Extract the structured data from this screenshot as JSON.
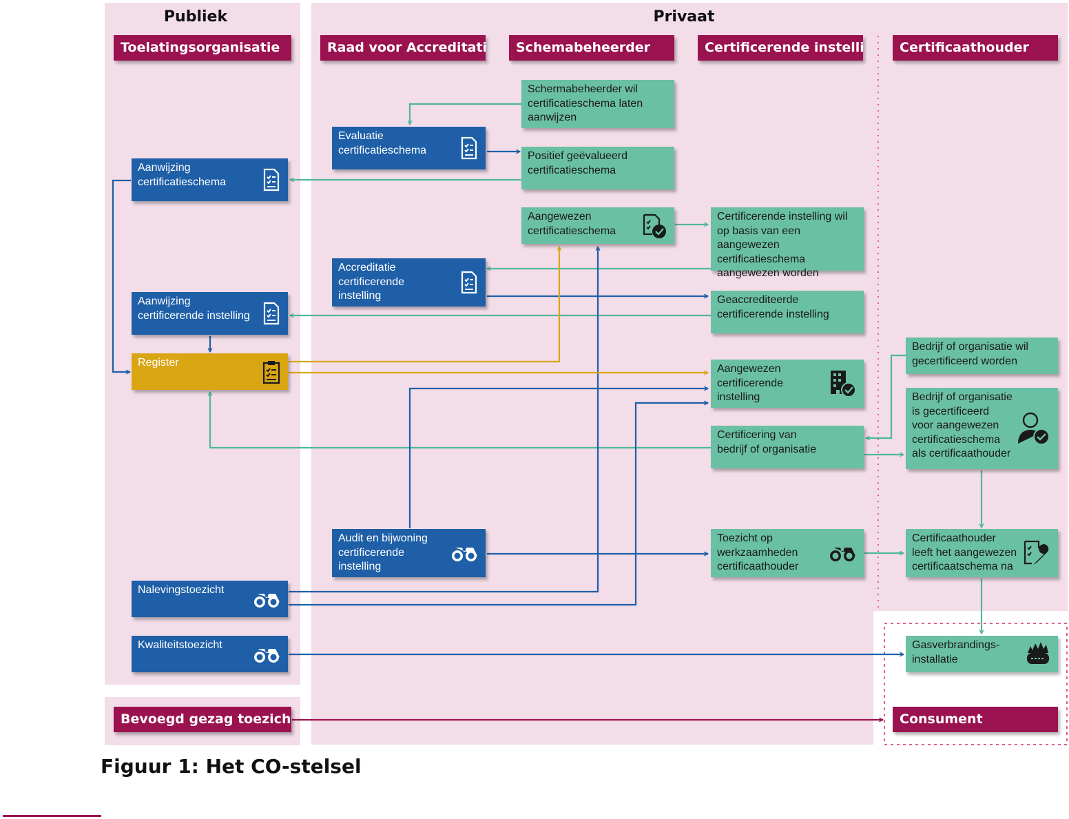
{
  "columns": {
    "publiek": "Publiek",
    "privaat": "Privaat"
  },
  "roles": {
    "toelatingsorganisatie": "Toelatingsorganisatie",
    "raad": "Raad voor Accreditatie",
    "schemabeheerder": "Schemabeheerder",
    "certificerende": "Certificerende instelling",
    "certificaathouder": "Certificaathouder",
    "bevoegd": "Bevoegd gezag toezicht",
    "consument": "Consument"
  },
  "boxes": {
    "scheme_owner_wants": "Schermabeheerder wil\ncertificatieschema laten\naanwijzen",
    "evaluatie": "Evaluatie\ncertificatieschema",
    "positief": "Positief geëvalueerd\ncertificatieschema",
    "aanwijzing_schema": "Aanwijzing\ncertificatieschema",
    "aangewezen_schema": "Aangewezen\ncertificatieschema",
    "ci_wil": "Certificerende instelling wil\nop basis van een aangewezen\ncertificatieschema\naangewezen worden",
    "accreditatie": "Accreditatie\ncertificerende\ninstelling",
    "aanwijzing_ci": "Aanwijzing\ncertificerende instelling",
    "geaccrediteerde": "Geaccrediteerde\ncertificerende instelling",
    "register": "Register",
    "aangewezen_ci": "Aangewezen\ncertificerende\ninstelling",
    "bedrijf_wil": "Bedrijf of organisatie wil\ngecertificeerd worden",
    "bedrijf_is": "Bedrijf of organisatie\nis gecertificeerd\nvoor aangewezen\ncertificatieschema\nals certificaathouder",
    "certificering": "Certificering van\nbedrijf of organisatie",
    "audit": "Audit en bijwoning\ncertificerende\ninstelling",
    "toezicht_werk": "Toezicht op\nwerkzaamheden\ncertificaathouder",
    "certhouder_leeft": "Certificaathouder\nleeft het aangewezen\ncertificaatschema na",
    "naleving": "Nalevingstoezicht",
    "kwaliteit": "Kwaliteitstoezicht",
    "gas": "Gasverbrandings-\ninstallatie"
  },
  "icons": {
    "document": "document-checklist-icon",
    "clipboard": "clipboard-icon",
    "binoculars": "binoculars-icon",
    "building": "building-check-icon",
    "person": "person-check-icon",
    "tool": "checklist-wrench-icon",
    "burner": "gas-burner-icon"
  },
  "colors": {
    "magenta": "#9b1250",
    "blue": "#1e5fa8",
    "green": "#6ac0a3",
    "teal_arrow": "#4fb79b",
    "yellow": "#d9a513",
    "panel": "#f2dde8"
  },
  "caption": "Figuur 1: Het CO-stelsel"
}
